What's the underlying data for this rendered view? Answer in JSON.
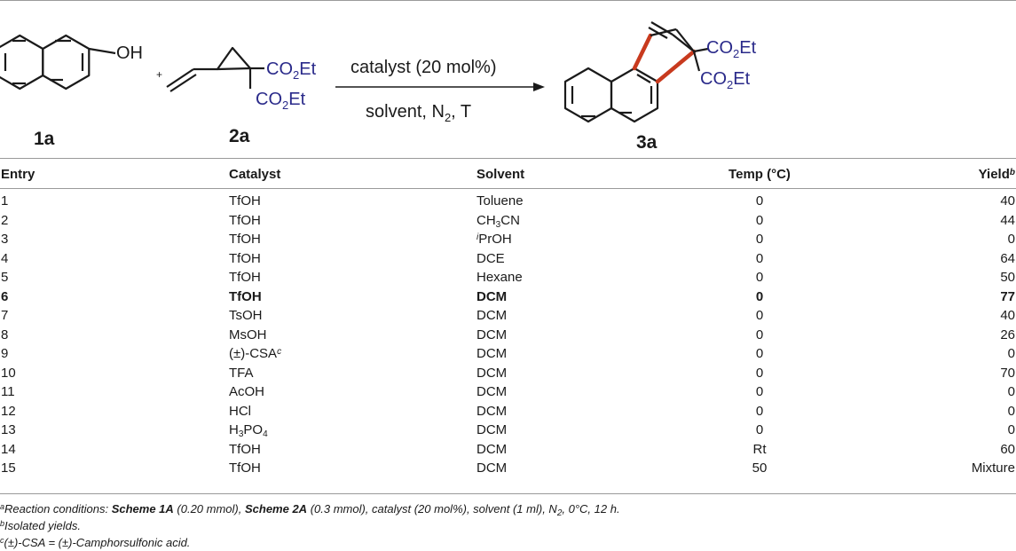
{
  "scheme": {
    "reactant1": {
      "label": "1a",
      "group": "OH"
    },
    "plus": "+",
    "reactant2": {
      "label": "2a",
      "ester1": "CO",
      "ester1_sub": "2",
      "ester1_tail": "Et",
      "ester2": "CO",
      "ester2_sub": "2",
      "ester2_tail": "Et"
    },
    "arrow": {
      "top": "catalyst (20 mol%)",
      "bottom_a": "solvent, N",
      "bottom_sub": "2",
      "bottom_b": ", T"
    },
    "product": {
      "label": "3a",
      "ester1": "CO",
      "ester1_sub": "2",
      "ester1_tail": "Et",
      "ester2": "CO",
      "ester2_sub": "2",
      "ester2_tail": "Et"
    },
    "colors": {
      "ester": "#2a2a8a",
      "bond_highlight": "#c83a1e",
      "bond": "#1a1a1a"
    }
  },
  "table": {
    "headers": {
      "entry": "Entry",
      "catalyst": "Catalyst",
      "solvent": "Solvent",
      "temp": "Temp (°C)",
      "yield": "Yield",
      "yield_note": "b"
    },
    "rows": [
      {
        "entry": "1",
        "catalyst": "TfOH",
        "solvent": "Toluene",
        "temp": "0",
        "yield": "40"
      },
      {
        "entry": "2",
        "catalyst": "TfOH",
        "solvent_a": "CH",
        "solvent_sub": "3",
        "solvent_b": "CN",
        "temp": "0",
        "yield": "44"
      },
      {
        "entry": "3",
        "catalyst": "TfOH",
        "solvent_sup": "i",
        "solvent_b": "PrOH",
        "temp": "0",
        "yield": "0"
      },
      {
        "entry": "4",
        "catalyst": "TfOH",
        "solvent": "DCE",
        "temp": "0",
        "yield": "64"
      },
      {
        "entry": "5",
        "catalyst": "TfOH",
        "solvent": "Hexane",
        "temp": "0",
        "yield": "50"
      },
      {
        "entry": "6",
        "catalyst": "TfOH",
        "solvent": "DCM",
        "temp": "0",
        "yield": "77"
      },
      {
        "entry": "7",
        "catalyst": "TsOH",
        "solvent": "DCM",
        "temp": "0",
        "yield": "40"
      },
      {
        "entry": "8",
        "catalyst": "MsOH",
        "solvent": "DCM",
        "temp": "0",
        "yield": "26"
      },
      {
        "entry": "9",
        "catalyst": "(±)-CSA",
        "catalyst_note": "c",
        "solvent": "DCM",
        "temp": "0",
        "yield": "0"
      },
      {
        "entry": "10",
        "catalyst": "TFA",
        "solvent": "DCM",
        "temp": "0",
        "yield": "70"
      },
      {
        "entry": "11",
        "catalyst": "AcOH",
        "solvent": "DCM",
        "temp": "0",
        "yield": "0"
      },
      {
        "entry": "12",
        "catalyst": "HCl",
        "solvent": "DCM",
        "temp": "0",
        "yield": "0"
      },
      {
        "entry": "13",
        "catalyst_a": "H",
        "catalyst_sub1": "3",
        "catalyst_b": "PO",
        "catalyst_sub2": "4",
        "solvent": "DCM",
        "temp": "0",
        "yield": "0"
      },
      {
        "entry": "14",
        "catalyst": "TfOH",
        "solvent": "DCM",
        "temp": "Rt",
        "yield": "60"
      },
      {
        "entry": "15",
        "catalyst": "TfOH",
        "solvent": "DCM",
        "temp": "50",
        "yield": "Mixture"
      }
    ]
  },
  "footnotes": {
    "a_mark": "a",
    "a_text1": "Reaction conditions: ",
    "a_bold1": "Scheme 1A",
    "a_text2": " (0.20 mmol), ",
    "a_bold2": "Scheme 2A",
    "a_text3": " (0.3 mmol), catalyst (20 mol%), solvent (1 ml), N",
    "a_sub": "2",
    "a_text4": ", 0°C, 12 h.",
    "b_mark": "b",
    "b_text": "Isolated yields.",
    "c_mark": "c",
    "c_text": "(±)-CSA = (±)-Camphorsulfonic acid."
  }
}
